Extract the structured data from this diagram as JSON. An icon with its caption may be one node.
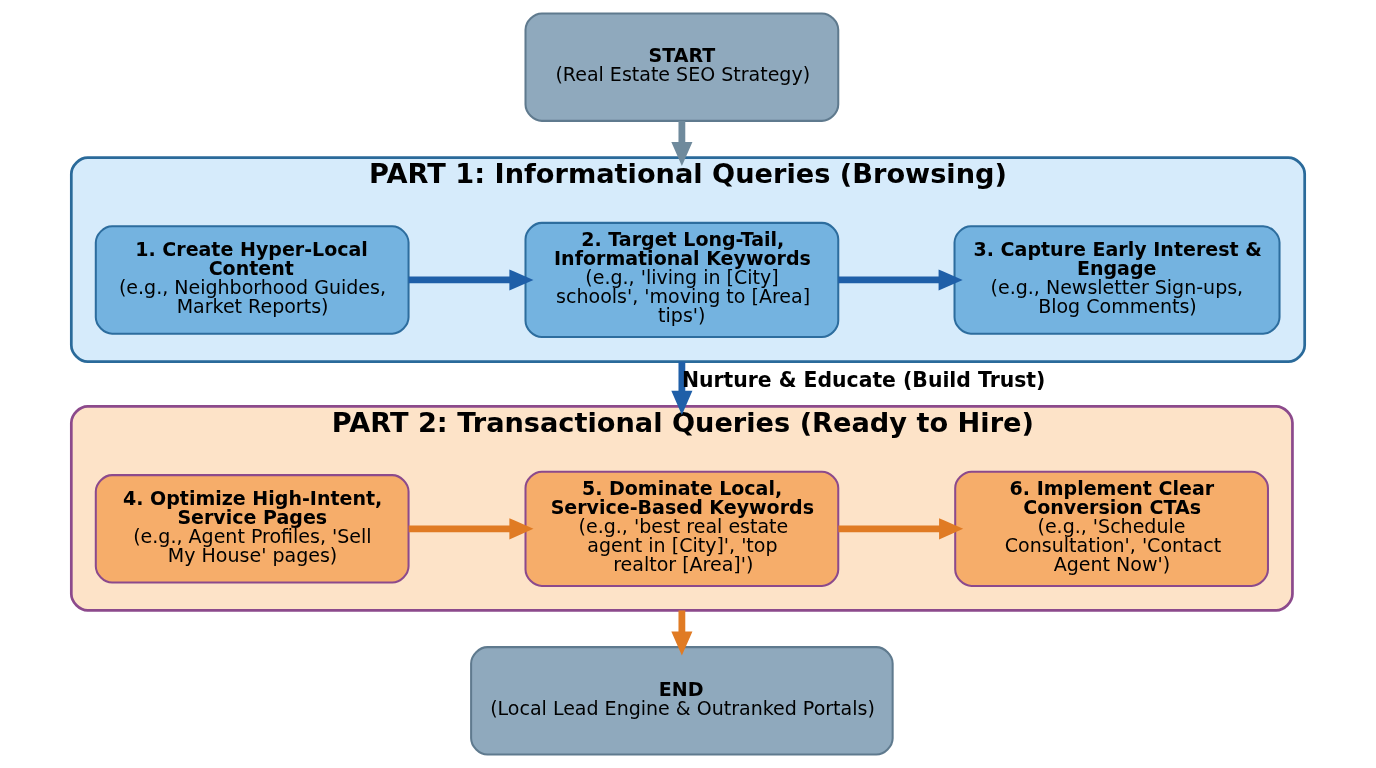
{
  "diagram": {
    "nodes": [
      {
        "text": [
          "START",
          "(Real Estate SEO Strategy)"
        ]
      },
      {
        "text": [
          "PART 1: Informational Queries (Browsing)"
        ]
      },
      {
        "text": [
          "1. Create Hyper-Local Content",
          "(e.g., Neighborhood Guides, Market Reports)"
        ],
        "in": 1
      },
      {
        "text": [
          "2. Target Long-Tail, Informational Keywords",
          "(e.g., 'living in [City] schools', 'moving to [Area] tips')"
        ],
        "in": 1
      },
      {
        "text": [
          "3. Capture Early Interest & Engage",
          "(e.g., Newsletter Sign-ups, Blog Comments)"
        ],
        "in": 1
      },
      {
        "text": [
          "PART 2: Transactional Queries (Ready to Hire)"
        ]
      },
      {
        "text": [
          "4. Optimize High-Intent, Service Pages",
          "(e.g., Agent Profiles, 'Sell My House' pages)"
        ],
        "in": 5
      },
      {
        "text": [
          "5. Dominate Local, Service-Based Keywords",
          "(e.g., 'best real estate agent in [City]', 'top realtor [Area]')"
        ],
        "in": 5
      },
      {
        "text": [
          "6. Implement Clear Conversion CTAs",
          "(e.g., 'Schedule Consultation', 'Contact Agent Now')"
        ],
        "in": 5
      },
      {
        "text": [
          "END",
          "(Local Lead Engine & Outranked Portals)"
        ]
      }
    ],
    "edges": [
      {
        "from": 0,
        "to": 1,
        "arrow": "to",
        "color": "#6f8a9c"
      },
      {
        "from": 2,
        "to": 3,
        "arrow": "to",
        "color": "#1f5fa8"
      },
      {
        "from": 3,
        "to": 4,
        "arrow": "to",
        "color": "#1f5fa8"
      },
      {
        "from": 1,
        "to": 5,
        "arrow": "to",
        "label": "Nurture & Educate (Build Trust)",
        "color": "#1f5fa8"
      },
      {
        "from": 6,
        "to": 7,
        "arrow": "to",
        "color": "#e07b24"
      },
      {
        "from": 7,
        "to": 8,
        "arrow": "to",
        "color": "#e07b24"
      },
      {
        "from": 5,
        "to": 9,
        "arrow": "to",
        "color": "#e07b24"
      }
    ]
  }
}
